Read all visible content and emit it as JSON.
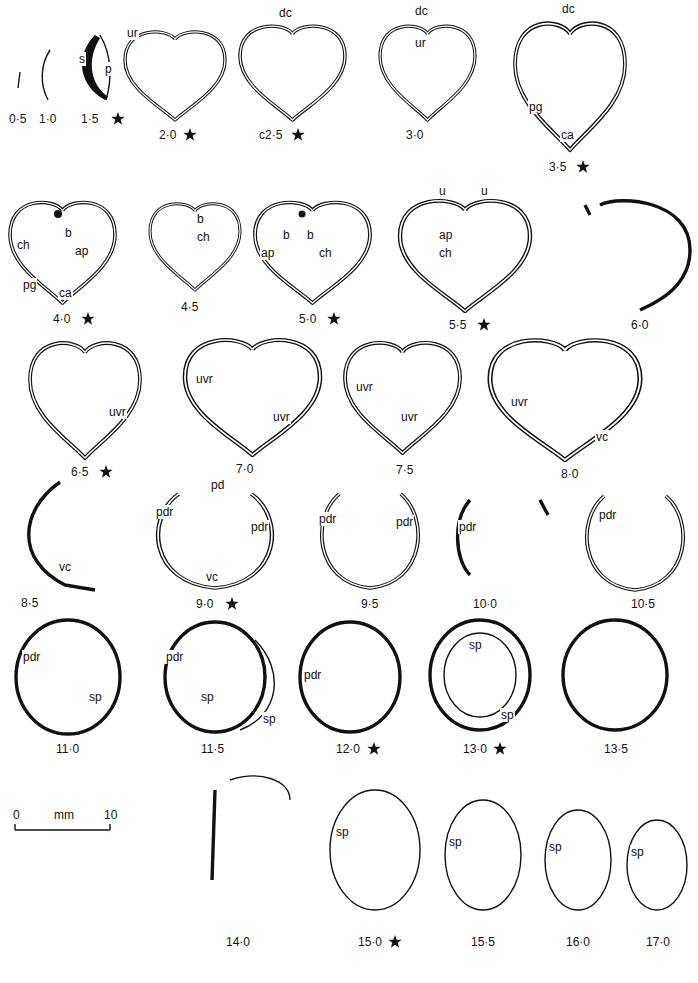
{
  "diagram": {
    "labels": [
      "0·5",
      "1·0",
      "s",
      "p",
      "1·5",
      "ur",
      "2·0",
      "dc",
      "c2·5",
      "dc",
      "ur",
      "3·0",
      "dc",
      "pg",
      "ca",
      "3·5",
      "ch",
      "b",
      "ap",
      "pg",
      "ca",
      "4·0",
      "b",
      "ch",
      "4·5",
      "b",
      "ap",
      "b",
      "ch",
      "5·0",
      "u",
      "u",
      "ap",
      "ch",
      "5·5",
      "6·0",
      "uvr",
      "6·5",
      "uvr",
      "uvr",
      "7·0",
      "uvr",
      "uvr",
      "7·5",
      "uvr",
      "vc",
      "8·0",
      "vc",
      "8·5",
      "pd",
      "pdr",
      "pdr",
      "vc",
      "9·0",
      "pdr",
      "pdr",
      "9·5",
      "pdr",
      "10·0",
      "pdr",
      "10·5",
      "pdr",
      "sp",
      "11·0",
      "pdr",
      "sp",
      "sp",
      "11·5",
      "pdr",
      "12·0",
      "sp",
      "sp",
      "13·0",
      "13·5",
      "0",
      "mm",
      "10",
      "14·0",
      "sp",
      "15·0",
      "sp",
      "15·5",
      "sp",
      "16·0",
      "sp",
      "17·0"
    ]
  }
}
